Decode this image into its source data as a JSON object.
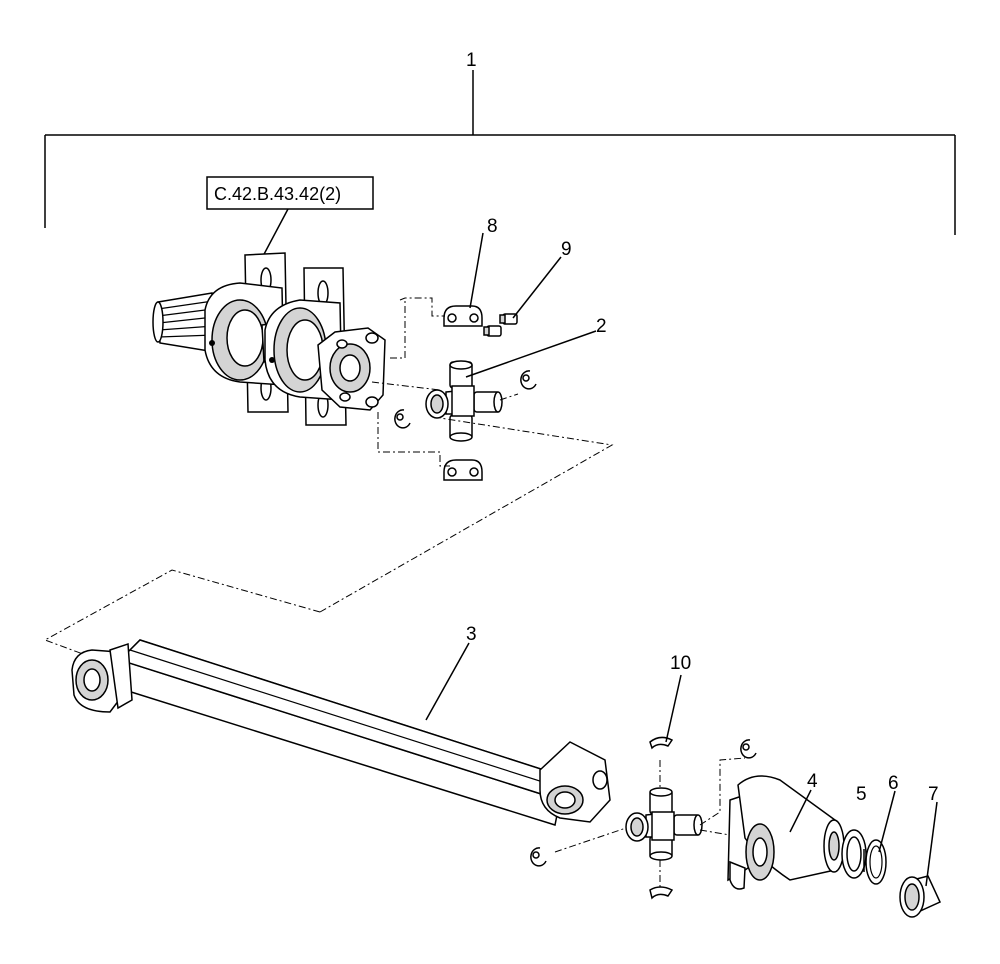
{
  "reference_box": {
    "label": "C.42.B.43.42(2)"
  },
  "callouts": {
    "c1": "1",
    "c2": "2",
    "c3": "3",
    "c4": "4",
    "c5": "5",
    "c6": "6",
    "c7": "7",
    "c8": "8",
    "c9": "9",
    "c10": "10"
  }
}
